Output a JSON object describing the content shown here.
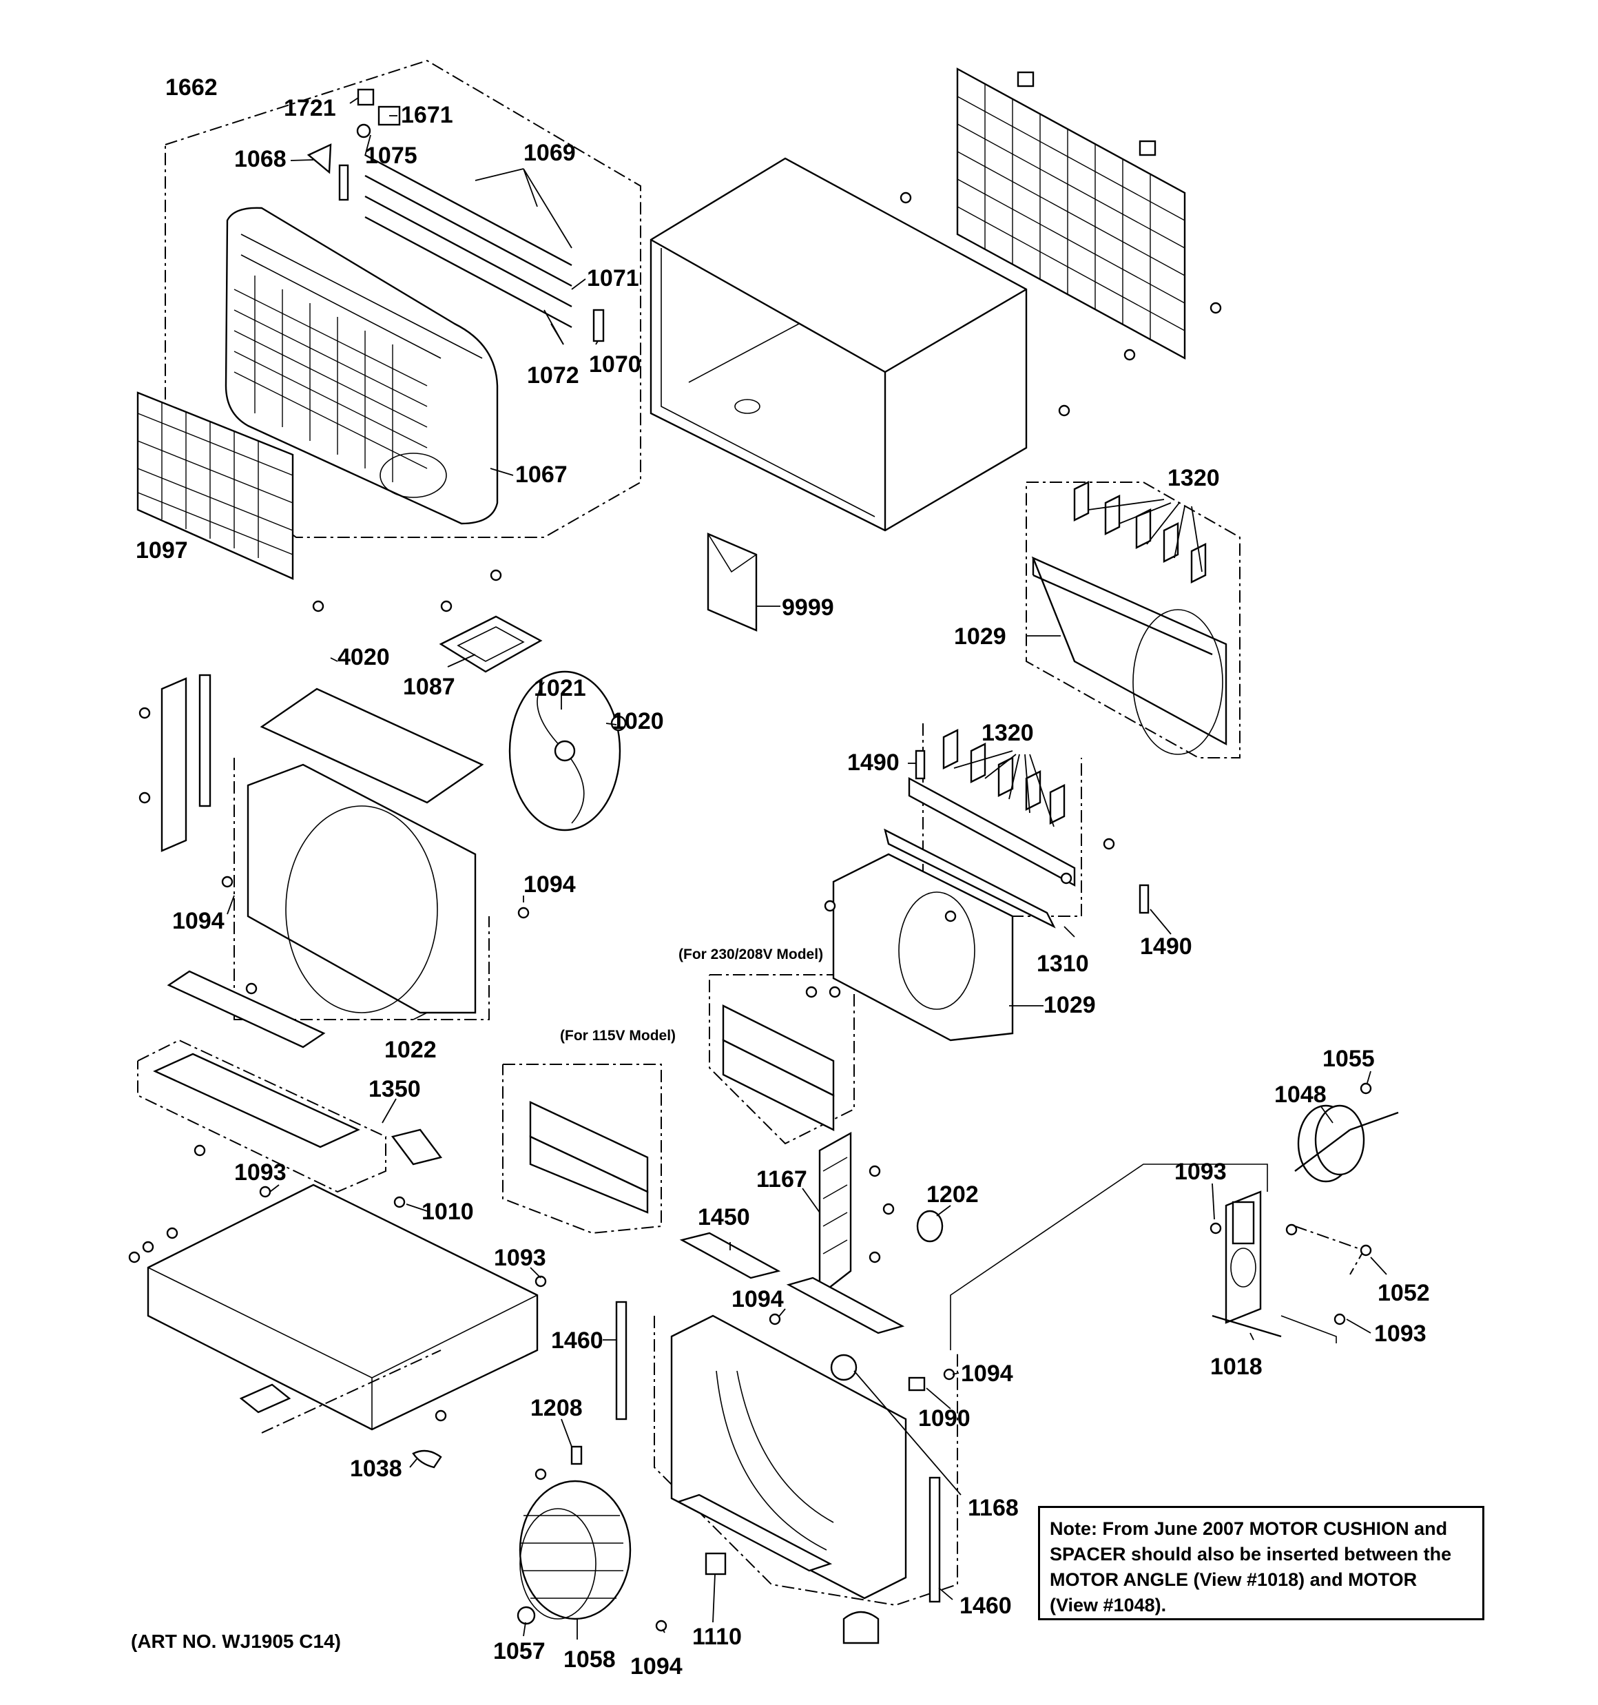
{
  "labels": {
    "l1662": "1662",
    "l1721": "1721",
    "l1671": "1671",
    "l1068": "1068",
    "l1075": "1075",
    "l1069": "1069",
    "l1071": "1071",
    "l1072": "1072",
    "l1070": "1070",
    "l1067": "1067",
    "l1097": "1097",
    "l1320a": "1320",
    "l9999": "9999",
    "l1029a": "1029",
    "l4020": "4020",
    "l1087": "1087",
    "l1021": "1021",
    "l1020": "1020",
    "l1320b": "1320",
    "l1490a": "1490",
    "l1094a": "1094",
    "l1094b": "1094",
    "l1310": "1310",
    "l1490b": "1490",
    "l1029b": "1029",
    "l1022": "1022",
    "l1350": "1350",
    "l1055": "1055",
    "l1048": "1048",
    "l1093a": "1093",
    "l1010": "1010",
    "l1167": "1167",
    "l1202": "1202",
    "l1093b": "1093",
    "l1093c": "1093",
    "l1450": "1450",
    "l1052": "1052",
    "l1094c": "1094",
    "l1093d": "1093",
    "l1460a": "1460",
    "l1018": "1018",
    "l1094d": "1094",
    "l1208": "1208",
    "l1090": "1090",
    "l1038": "1038",
    "l1168": "1168",
    "l1460b": "1460",
    "l1057": "1057",
    "l1058": "1058",
    "l1094e": "1094",
    "l1110": "1110"
  },
  "captions": {
    "model_230": "(For 230/208V Model)",
    "model_115": "(For 115V Model)",
    "art_no": "(ART NO. WJ1905 C14)"
  },
  "note": {
    "line1": "Note: From June 2007 MOTOR CUSHION and",
    "line2": "SPACER should also be inserted between the",
    "line3": "MOTOR ANGLE (View #1018) and MOTOR",
    "line4": "(View #1048)."
  }
}
